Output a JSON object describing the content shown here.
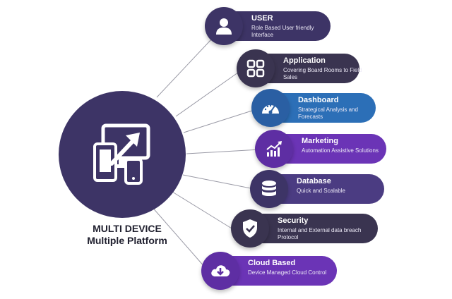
{
  "hub": {
    "icon": "multi-device-icon",
    "label_line1": "MULTI DEVICE",
    "label_line2": "Multiple Platform",
    "color": "#3d3466"
  },
  "items": [
    {
      "title": "USER",
      "desc": "Role Based User friendly Interface",
      "icon": "user-icon",
      "color": "#3d3466"
    },
    {
      "title": "Application",
      "desc": "Covering Board Rooms to Field Sales",
      "icon": "apps-grid-icon",
      "color": "#3a3450"
    },
    {
      "title": "Dashboard",
      "desc": "Strategical Analysis and Forecasts",
      "icon": "speedometer-icon",
      "color": "#2c6fb7"
    },
    {
      "title": "Marketing",
      "desc": "Automation Assistive Solutions",
      "icon": "growth-chart-icon",
      "color": "#6b34b6"
    },
    {
      "title": "Database",
      "desc": "Quick and Scalable",
      "icon": "database-icon",
      "color": "#4b3c82"
    },
    {
      "title": "Security",
      "desc": "Internal and External data breach Protocol",
      "icon": "shield-check-icon",
      "color": "#3a3450"
    },
    {
      "title": "Cloud Based",
      "desc": "Device Managed Cloud Control",
      "icon": "cloud-download-icon",
      "color": "#6b34b6"
    }
  ]
}
